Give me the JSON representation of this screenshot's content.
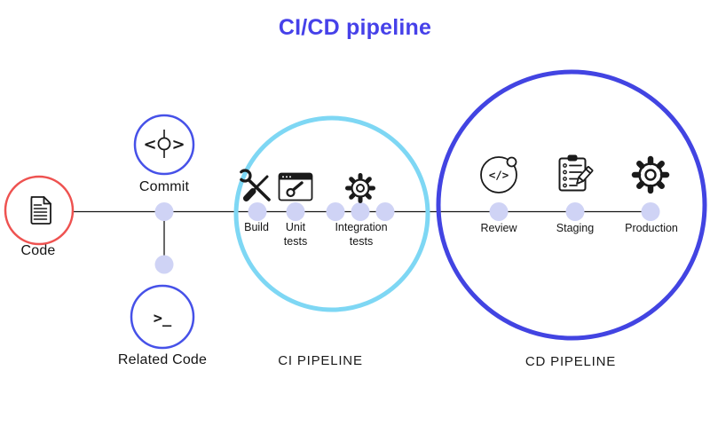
{
  "title": "CI/CD pipeline",
  "colors": {
    "title": "#4641E9",
    "code_circle": "#EE5250",
    "commit_circle": "#4651E8",
    "related_code_circle": "#4651E8",
    "ci_circle": "#7ED7F4",
    "cd_circle": "#4244E2",
    "node_dot": "#CFD3F5",
    "line": "#161616",
    "icon_stroke": "#1a1a1a"
  },
  "source_stages": {
    "code": {
      "label": "Code",
      "icon": "document-icon"
    },
    "commit": {
      "label": "Commit",
      "icon": "git-commit-icon"
    },
    "related_code": {
      "label": "Related Code",
      "icon": "terminal-icon"
    }
  },
  "ci_pipeline": {
    "label": "CI PIPELINE",
    "stages": [
      {
        "label": "Build",
        "icon": "tools-icon"
      },
      {
        "label": "Unit tests",
        "icon": "browser-wrench-icon"
      },
      {
        "label": "Integration tests",
        "icon": "gear-icon"
      }
    ]
  },
  "cd_pipeline": {
    "label": "CD PIPELINE",
    "stages": [
      {
        "label": "Review",
        "icon": "code-review-icon"
      },
      {
        "label": "Staging",
        "icon": "checklist-pencil-icon"
      },
      {
        "label": "Production",
        "icon": "gear-icon"
      }
    ]
  },
  "icons": {
    "git_commit_left": "<",
    "git_commit_right": ">",
    "terminal": ">_",
    "code_review": "</>"
  }
}
